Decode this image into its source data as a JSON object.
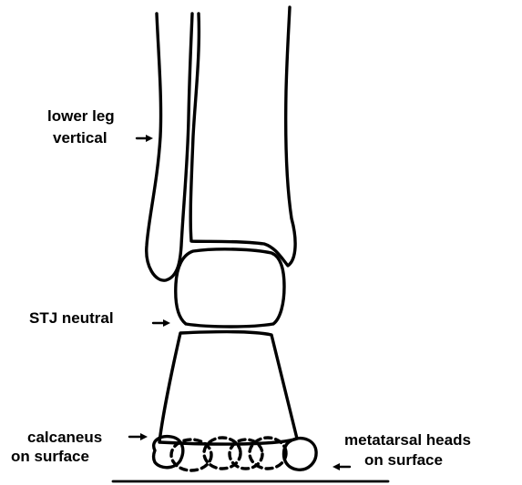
{
  "labels": {
    "lower_leg_line1": "lower leg",
    "lower_leg_line2": "vertical",
    "stj": "STJ neutral",
    "calcaneus_line1": "calcaneus",
    "calcaneus_line2": "on surface",
    "metatarsal_line1": "metatarsal heads",
    "metatarsal_line2": "on surface"
  },
  "colors": {
    "ink": "#000000",
    "background": "#ffffff"
  }
}
